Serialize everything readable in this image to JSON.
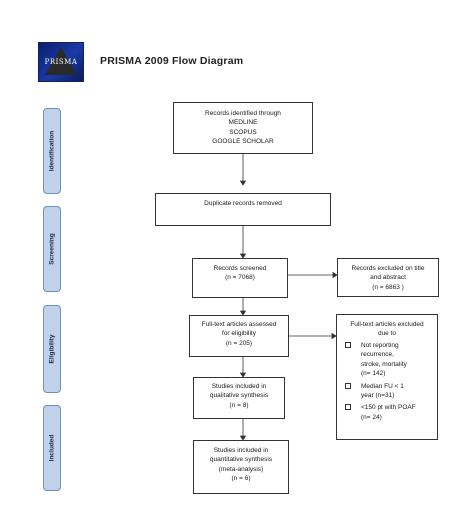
{
  "header": {
    "logo_text": "PRISMA",
    "title": "PRISMA 2009 Flow Diagram"
  },
  "stages": {
    "identification": "Identification",
    "screening": "Screening",
    "eligibility": "Eligibility",
    "included": "Included"
  },
  "boxes": {
    "identified": [
      "Records identified through",
      "MEDLINE",
      "SCOPUS",
      "GOOGLE SCHOLAR"
    ],
    "duplicates": [
      "Duplicate records removed"
    ],
    "screened": [
      "Records screened",
      "(n = 7068)"
    ],
    "excluded_title": [
      "Records excluded on title",
      "and abstract",
      "(n = 6863 )"
    ],
    "fulltext_assessed": [
      "Full-text articles assessed",
      "for eligibility",
      "(n = 205)"
    ],
    "fulltext_excluded_header": [
      "Full-text articles excluded",
      "due to"
    ],
    "fulltext_excluded_reasons": [
      [
        "Not reporting",
        "recurrence,",
        "stroke, mortality",
        "(n= 142)"
      ],
      [
        "Median FU < 1",
        "year (n=31)"
      ],
      [
        "<150 pt with POAF",
        "(n= 24)"
      ]
    ],
    "qualitative": [
      "Studies included in",
      "qualitative synthesis",
      "(n = 8)"
    ],
    "quantitative": [
      "Studies included in",
      "quantitative synthesis",
      "(meta-analysis)",
      "(n = 6)"
    ]
  },
  "colors": {
    "stage_fill": "#bfd2ea",
    "stage_border": "#6f8fbd",
    "logo_blue": "#1a3aa8"
  }
}
